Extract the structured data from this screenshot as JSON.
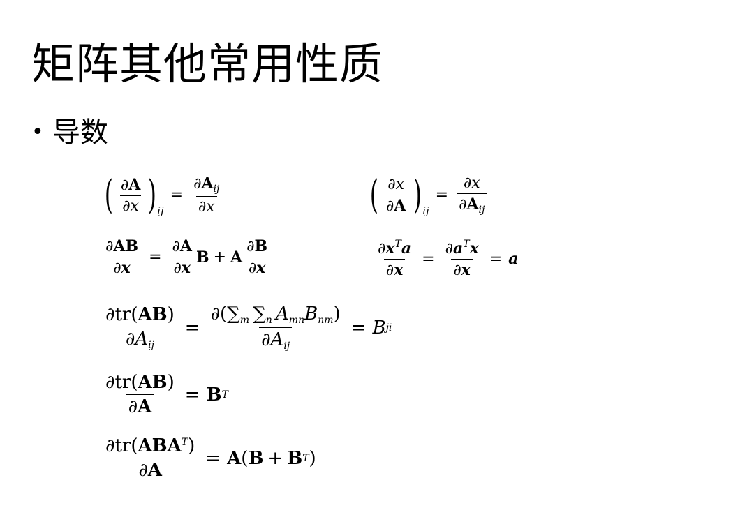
{
  "slide": {
    "title": "矩阵其他常用性质",
    "bullet": "导数"
  },
  "formulas": {
    "f1": {
      "partial": "∂",
      "A": "A",
      "x": "x",
      "ij": "ij",
      "eq": "=",
      "Aij_base": "A"
    },
    "f3_lhs_num": "∂AB",
    "f5": {
      "tr": "tr",
      "AB": "AB",
      "Aij": "A",
      "ij": "ij",
      "mn": "mn",
      "nm": "nm",
      "m": "m",
      "n": "n",
      "sum": "∑",
      "B": "B",
      "A": "A",
      "ji": "ji"
    },
    "f6": {
      "BT": "B",
      "T": "T"
    },
    "f7": {
      "ABAT": "ABA",
      "T": "T",
      "rhs": "A(B + B",
      "close": ")"
    }
  }
}
